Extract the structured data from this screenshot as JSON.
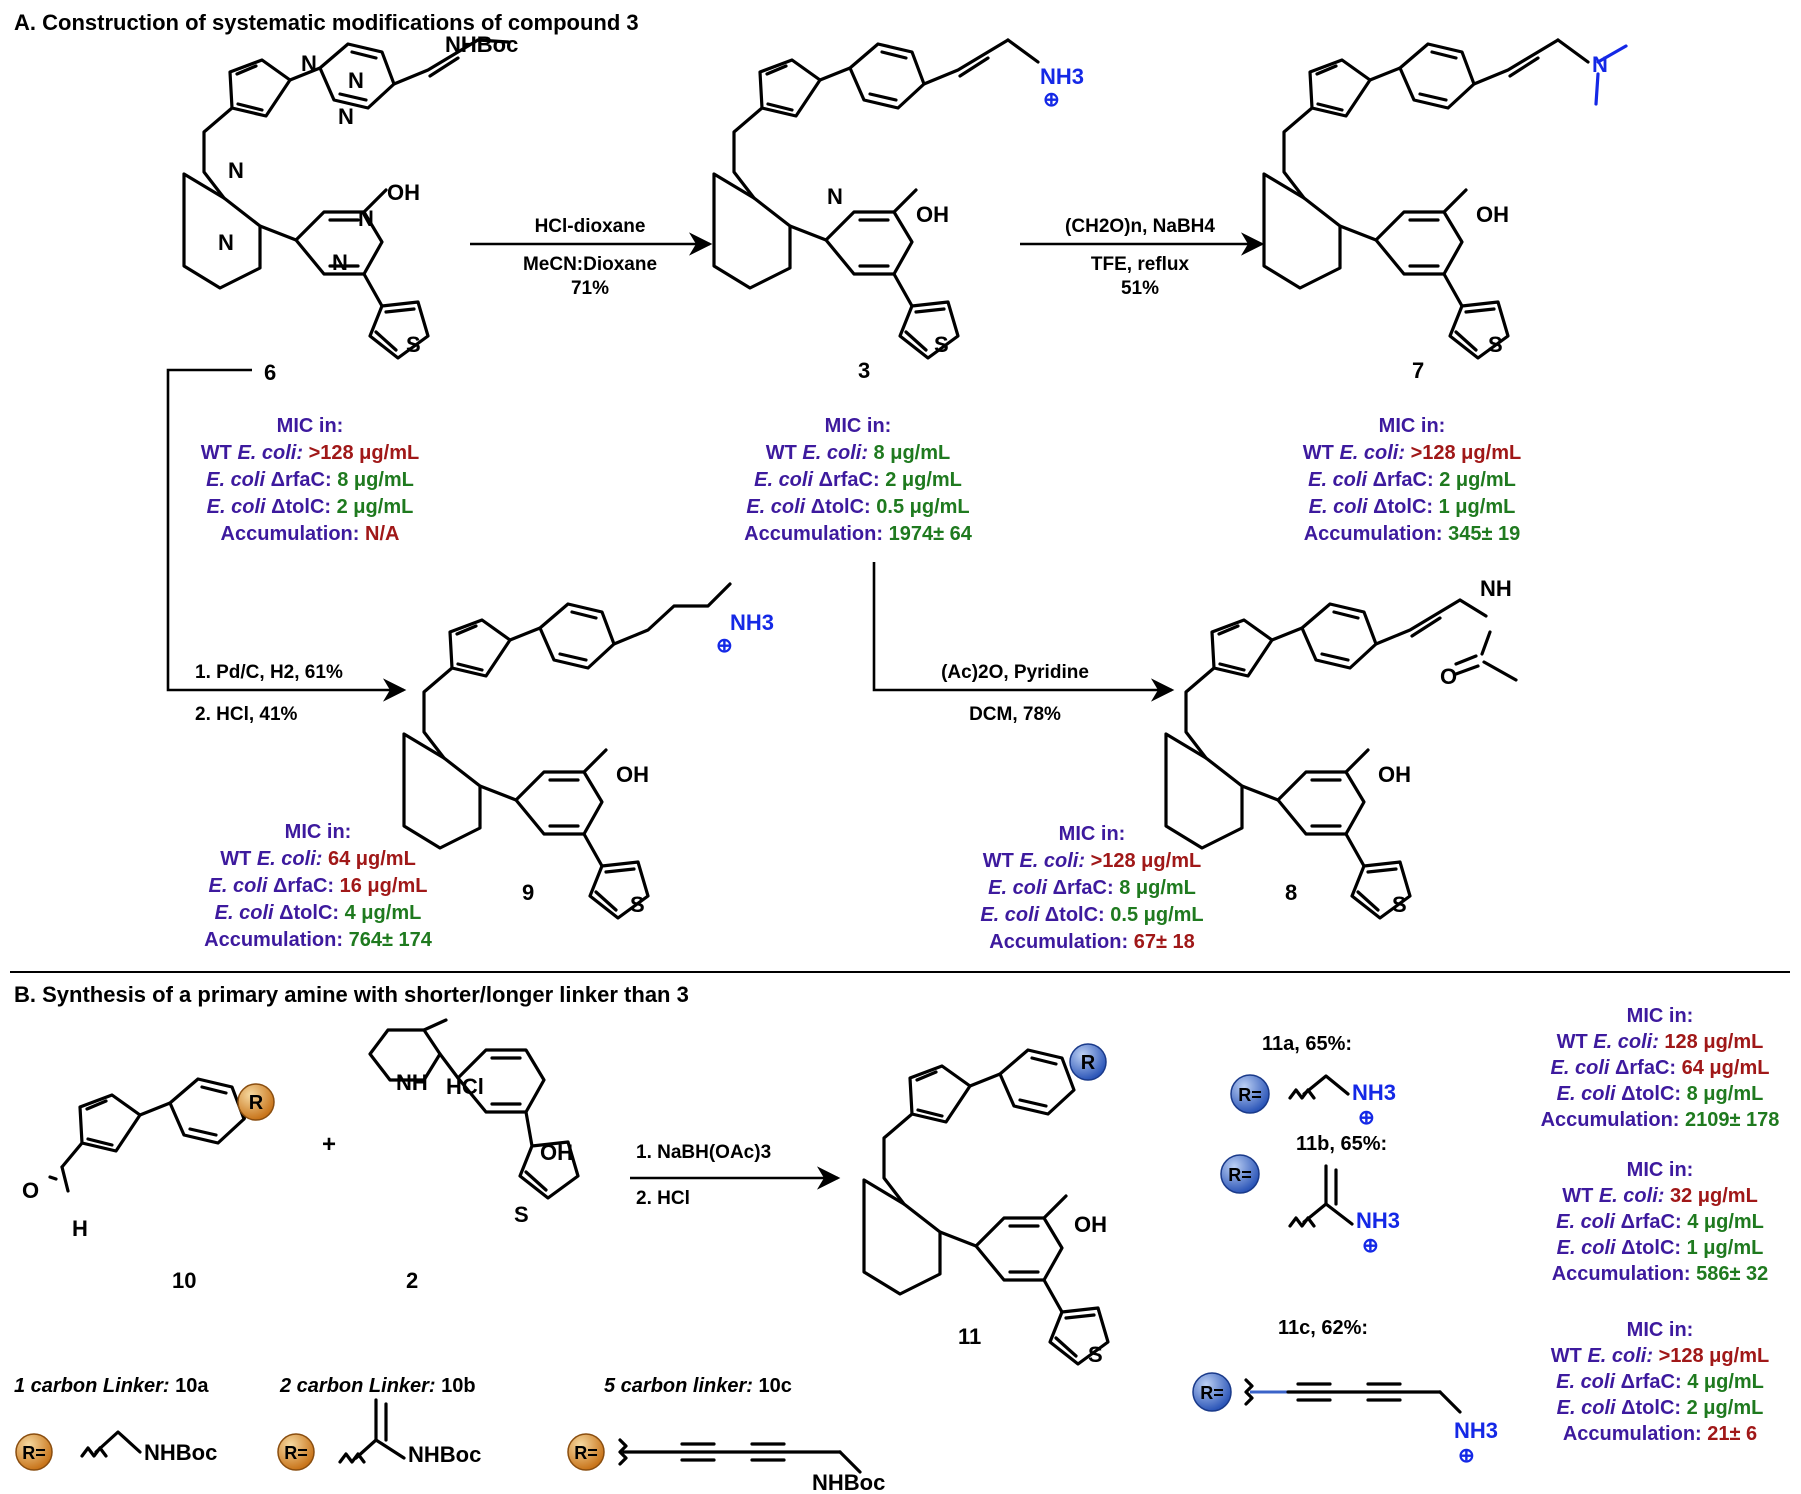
{
  "sectionA": {
    "title": "A. Construction of systematic modifications of compound 3"
  },
  "sectionB": {
    "title": "B. Synthesis of a primary amine with shorter/longer linker than 3"
  },
  "atoms": {
    "OH": "OH",
    "N": "N",
    "S": "S",
    "NHBoc": "NHBoc",
    "NH3": "NH3",
    "plus": "⊕",
    "NH": "NH",
    "O": "O",
    "H": "H",
    "R": "R",
    "R_eq": "R=",
    "HCl": "HCl",
    "add": "+"
  },
  "labels": {
    "c6": "6",
    "c3": "3",
    "c7": "7",
    "c9": "9",
    "c8": "8",
    "c10": "10",
    "c2": "2",
    "c11": "11"
  },
  "reactions": {
    "r1_top": "HCl-dioxane",
    "r1_bottom": "MeCN:Dioxane",
    "r1_yield": "71%",
    "r2_top": "(CH2O)n, NaBH4",
    "r2_bottom": "TFE, reflux",
    "r2_yield": "51%",
    "r3_line1": "1. Pd/C, H2, 61%",
    "r3_line2": "2. HCl, 41%",
    "r4_top": "(Ac)2O, Pyridine",
    "r4_bottom": "DCM, 78%",
    "r5_line1": "1. NaBH(OAc)3",
    "r5_line2": "2. HCl"
  },
  "mic": {
    "header": "MIC in:",
    "wt": "WT",
    "ecoli": "E. coli:",
    "ecoli_rfa_italic": "E. coli",
    "rfa": "ΔrfaC:",
    "tol": "ΔtolC:",
    "acc": "Accumulation:",
    "c6": {
      "wt": ">128 μg/mL",
      "rfa": "8 μg/mL",
      "tol": "2 μg/mL",
      "acc": "N/A"
    },
    "c3": {
      "wt": "8 μg/mL",
      "rfa": "2 μg/mL",
      "tol": "0.5 μg/mL",
      "acc": "1974± 64"
    },
    "c7": {
      "wt": ">128 μg/mL",
      "rfa": "2 μg/mL",
      "tol": "1 μg/mL",
      "acc": "345± 19"
    },
    "c9": {
      "wt": "64 μg/mL",
      "rfa": "16 μg/mL",
      "tol": "4 μg/mL",
      "acc": "764± 174"
    },
    "c8": {
      "wt": ">128 μg/mL",
      "rfa": "8 μg/mL",
      "tol": "0.5 μg/mL",
      "acc": "67± 18"
    },
    "c11a": {
      "wt": "128 μg/mL",
      "rfa": "64 μg/mL",
      "tol": "8 μg/mL",
      "acc": "2109± 178"
    },
    "c11b": {
      "wt": "32 μg/mL",
      "rfa": "4 μg/mL",
      "tol": "1 μg/mL",
      "acc": "586± 32"
    },
    "c11c": {
      "wt": ">128 μg/mL",
      "rfa": "4 μg/mL",
      "tol": "2 μg/mL",
      "acc": "21± 6"
    }
  },
  "variants": {
    "v11a": "11a, 65%:",
    "v11b": "11b, 65%:",
    "v11c": "11c, 62%:"
  },
  "linkers": {
    "l1_italic": "1 carbon Linker:",
    "l1_code": "10a",
    "l2_italic": "2 carbon Linker:",
    "l2_code": "10b",
    "l5_italic": "5 carbon linker:",
    "l5_code": "10c"
  },
  "colors": {
    "purple": "#3d1a9e",
    "green": "#1f7a1f",
    "red": "#a01818",
    "blue": "#1428e6",
    "orange": "#cf7f1a",
    "sphereBlue": "#3a63c8"
  }
}
